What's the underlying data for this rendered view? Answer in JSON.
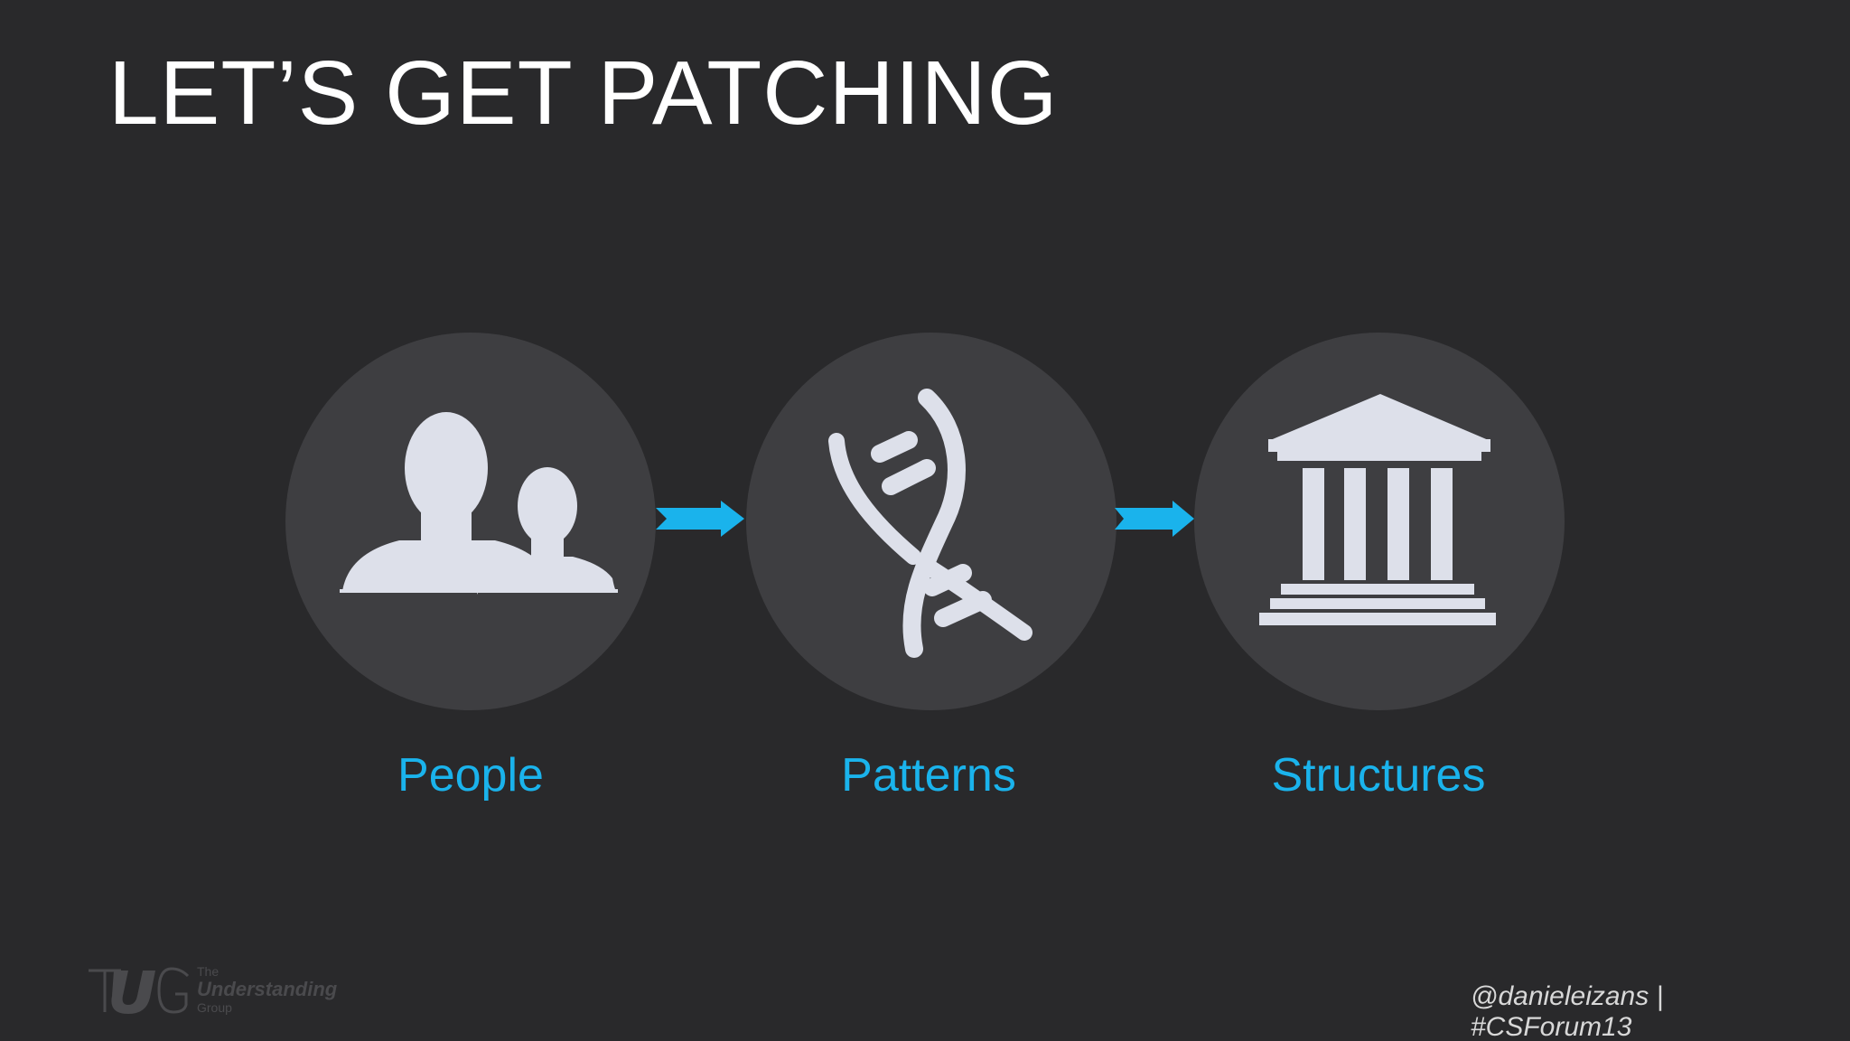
{
  "slide": {
    "title": "LET’S GET PATCHING"
  },
  "flow": {
    "nodes": [
      {
        "label": "People",
        "icon": "people-icon"
      },
      {
        "label": "Patterns",
        "icon": "dna-icon"
      },
      {
        "label": "Structures",
        "icon": "building-icon"
      }
    ],
    "arrow_icon": "arrow-right-icon"
  },
  "colors": {
    "background": "#29292b",
    "circle": "#3e3e41",
    "icon": "#dde0ea",
    "accent": "#1ab3ec",
    "title": "#ffffff"
  },
  "footer": {
    "logo": {
      "mark": "TUG",
      "line1": "The",
      "line2": "Understanding",
      "line3": "Group"
    },
    "credit_line1": "@danieleizans |",
    "credit_line2": "#CSForum13"
  }
}
